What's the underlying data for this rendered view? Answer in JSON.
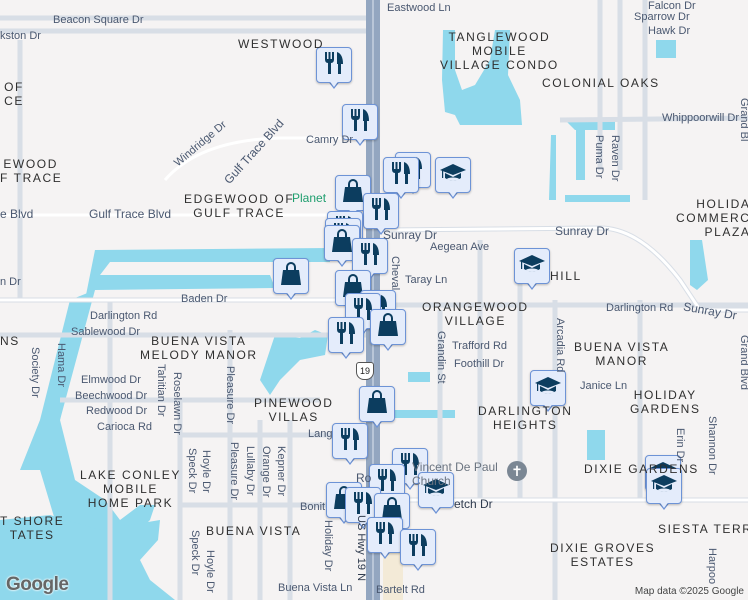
{
  "map": {
    "colors": {
      "land": "#f5f3f3",
      "water": "#8fd8ec",
      "road": "#ffffff",
      "road_edge": "#d4dbe4",
      "highway": "#93a6c0",
      "marker_fill": "#e4ecfb",
      "marker_border": "#6d93d6",
      "marker_icon": "#0c3d5f"
    },
    "neighborhoods": {
      "westwood": "WESTWOOD",
      "tanglewood": "TANGLEWOOD\nMOBILE\nVILLAGE CONDO",
      "colonial_oaks": "COLONIAL OAKS",
      "edgewood_left": "EWOOD\nF TRACE",
      "of_ce": "OF\nCE",
      "edgewood": "EDGEWOOD OF\nGULF TRACE",
      "holiday_commerce": "HOLIDA\nCOMMERC\nPLAZA",
      "hill": "HILL",
      "orangewood": "ORANGEWOOD\nVILLAGE",
      "buena_vista_manor": "BUENA VISTA\nMANOR",
      "buena_vista_melody": "BUENA VISTA\nMELODY MANOR",
      "ns": "NS",
      "pinewood": "PINEWOOD\nVILLAS",
      "darlington_heights": "DARLINGTON\nHEIGHTS",
      "holiday_gardens": "HOLIDAY\nGARDENS",
      "dixie_gardens": "DIXIE GARDENS",
      "lake_conley": "LAKE CONLEY\nMOBILE\nHOME PARK",
      "west_shore": "T SHORE\nTATES",
      "buena_vista": "BUENA VISTA",
      "siesta": "SIESTA TERR",
      "dixie_groves": "DIXIE GROVES\nESTATES"
    },
    "streets": {
      "beacon_square": "Beacon Square Dr",
      "kston": "kston Dr",
      "eastwood": "Eastwood Ln",
      "sparrow": "Sparrow Dr",
      "hawk": "Hawk Dr",
      "falcon": "Falcon Dr",
      "whippoorwill": "Whippoorwill Dr",
      "puma": "Puma Dr",
      "raven": "Raven Dr",
      "grand_top": "Grand Bl",
      "camry": "Camry Dr",
      "windridge": "Windridge Dr",
      "gulf_trace_curve": "Gulf Trace Blvd",
      "gulf_trace": "Gulf Trace Blvd",
      "e_blvd": "e Blvd",
      "sunray_1": "Sunray Dr",
      "sunray_2": "Sunray Dr",
      "sunray_3": "Sunray Dr",
      "aegean": "Aegean Ave",
      "cheval": "Cheval",
      "taray": "Taray Ln",
      "baden": "Baden Dr",
      "n_dr": "n Dr",
      "darlington_left": "Darlington Rd",
      "darlington_right": "Darlington Rd",
      "sablewood": "Sablewood Dr",
      "society": "Society Dr",
      "hama": "Hama Dr",
      "elmwood": "Elmwood Dr",
      "beechwood": "Beechwood Dr",
      "redwood": "Redwood Dr",
      "carioca": "Carioca Rd",
      "tahitian": "Tahitian Dr",
      "roselawn": "Roselawn Dr",
      "pleasure_1": "Pleasure Dr",
      "pleasure_2": "Pleasure Dr",
      "lang": "Lang",
      "speck_1": "Speck Dr",
      "hoyle_1": "Hoyle Dr",
      "lullaby": "Lullaby Dr",
      "orange": "Orange Dr",
      "kepner": "Kepner Dr",
      "bonit": "Bonit",
      "speck_2": "Speck Dr",
      "hoyle_2": "Hoyle Dr",
      "holiday": "Holiday Dr",
      "us19": "US Hwy 19 N",
      "buena_vista_ln": "Buena Vista Ln",
      "grandin": "Grandin St",
      "trafford": "Trafford Rd",
      "foothill": "Foothill Dr",
      "arcadia": "Arcadia Rd",
      "janice": "Janice Ln",
      "erin": "Erin Dr",
      "shannon": "Shannon Dr",
      "grand_right": "Grand Blvd",
      "harpoo": "Harpoo",
      "etch": "etch Dr",
      "bartelt": "Bartelt Rd",
      "ro": "Ro"
    },
    "pois": {
      "planet": "Planet",
      "church": "Vincent De Paul\nChurch"
    },
    "highway_shield": "19",
    "markers": [
      "restaurant",
      "restaurant",
      "shopping",
      "restaurant",
      "restaurant",
      "restaurant",
      "school",
      "restaurant",
      "restaurant",
      "shopping",
      "restaurant",
      "shopping",
      "shopping",
      "restaurant",
      "restaurant",
      "shopping",
      "restaurant",
      "school",
      "school",
      "shopping",
      "restaurant",
      "restaurant",
      "restaurant",
      "school",
      "shopping",
      "restaurant",
      "shopping",
      "restaurant",
      "restaurant",
      "school",
      "school"
    ],
    "attribution": "Map data ©2025 Google",
    "logo": "Google"
  }
}
